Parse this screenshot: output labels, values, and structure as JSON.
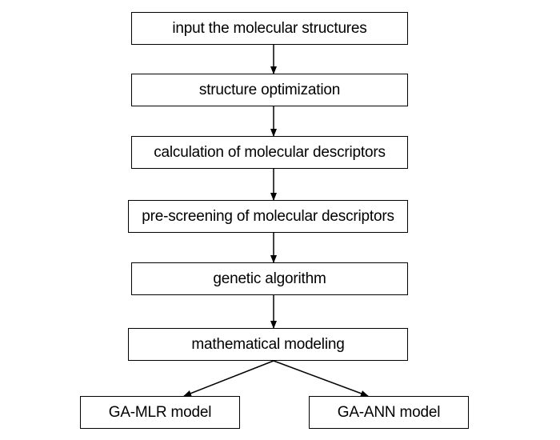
{
  "flowchart": {
    "steps": [
      "input the molecular structures",
      "structure optimization",
      "calculation of molecular descriptors",
      "pre-screening of molecular descriptors",
      "genetic algorithm",
      "mathematical modeling"
    ],
    "outputs": [
      "GA-MLR model",
      "GA-ANN model"
    ]
  },
  "colors": {
    "stroke": "#000000",
    "background": "#ffffff"
  }
}
